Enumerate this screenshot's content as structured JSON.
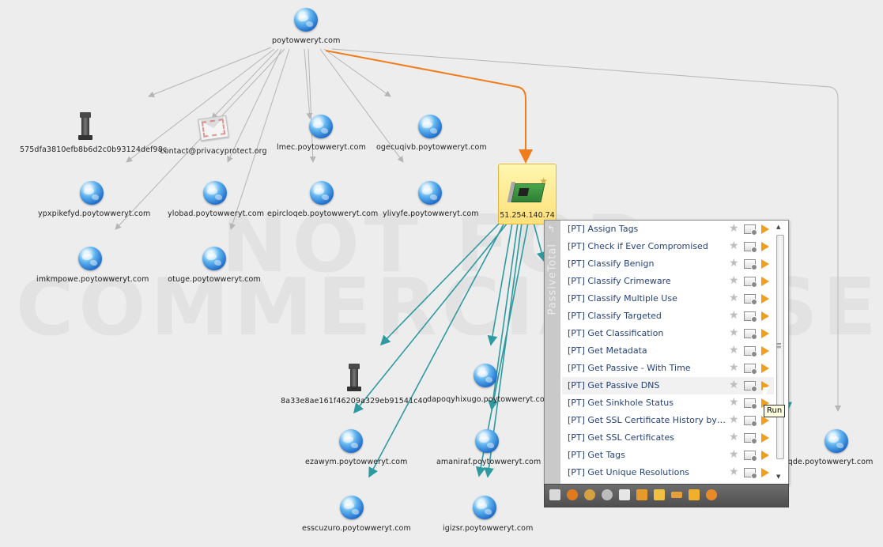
{
  "watermark": {
    "line1": "NOT FOR",
    "line2": "COMMERCIAL USE"
  },
  "nodes": [
    {
      "id": "poytowweryt-com",
      "label": "poytowweryt.com",
      "icon": "globe-icon"
    },
    {
      "id": "hash-1",
      "label": "575dfa3810efb8b6d2c0b93124def98c",
      "icon": "rook-icon"
    },
    {
      "id": "email",
      "label": "contact@privacyprotect.org",
      "icon": "envelope-icon"
    },
    {
      "id": "lmec",
      "label": "lmec.poytowweryt.com",
      "icon": "globe-icon"
    },
    {
      "id": "ogecuqivb",
      "label": "ogecuqivb.poytowweryt.com",
      "icon": "globe-icon"
    },
    {
      "id": "ypxpikefyd",
      "label": "ypxpikefyd.poytowweryt.com",
      "icon": "globe-icon"
    },
    {
      "id": "ylobad",
      "label": "ylobad.poytowweryt.com",
      "icon": "globe-icon"
    },
    {
      "id": "epircloqeb",
      "label": "epircloqeb.poytowweryt.com",
      "icon": "globe-icon"
    },
    {
      "id": "ylivyfe",
      "label": "ylivyfe.poytowweryt.com",
      "icon": "globe-icon"
    },
    {
      "id": "imkmpowe",
      "label": "imkmpowe.poytowweryt.com",
      "icon": "globe-icon"
    },
    {
      "id": "otuge",
      "label": "otuge.poytowweryt.com",
      "icon": "globe-icon"
    },
    {
      "id": "hash-2",
      "label": "8a33e8ae161f46209a329eb91541c40",
      "icon": "rook-icon"
    },
    {
      "id": "dapoqyhixugo",
      "label": "dapoqyhixugo.poytowweryt.com",
      "icon": "globe-icon"
    },
    {
      "id": "ezawym",
      "label": "ezawym.poytowweryt.com",
      "icon": "globe-icon"
    },
    {
      "id": "amaniraf",
      "label": "amaniraf.poytowweryt.com",
      "icon": "globe-icon"
    },
    {
      "id": "esscuzuro",
      "label": "esscuzuro.poytowweryt.com",
      "icon": "globe-icon"
    },
    {
      "id": "igizsr",
      "label": "igizsr.poytowweryt.com",
      "icon": "globe-icon"
    },
    {
      "id": "iqde",
      "label": "iqde.poytowweryt.com",
      "icon": "globe-icon"
    }
  ],
  "selected_node": {
    "label": "51.254.140.74",
    "icon": "network-card-icon"
  },
  "context_menu": {
    "side_title": "PassiveTotal",
    "items": [
      "[PT] Assign Tags",
      "[PT] Check if Ever Compromised",
      "[PT] Classify Benign",
      "[PT] Classify Crimeware",
      "[PT] Classify Multiple Use",
      "[PT] Classify Targeted",
      "[PT] Get Classification",
      "[PT] Get Metadata",
      "[PT] Get Passive - With Time",
      "[PT] Get Passive DNS",
      "[PT] Get Sinkhole Status",
      "[PT] Get SSL Certificate History by IP Address",
      "[PT] Get SSL Certificates",
      "[PT] Get Tags",
      "[PT] Get Unique Resolutions"
    ],
    "highlighted_index": 9,
    "tooltip": "Run"
  },
  "toolbar": {
    "icons": [
      "layout-icon",
      "delete-icon",
      "transform-icon",
      "view-icon",
      "copy-icon",
      "cut-icon",
      "paste-icon",
      "link-icon",
      "run-all-icon",
      "refresh-icon"
    ]
  },
  "colors": {
    "accent_edge": "#f07d1a",
    "teal_edge": "#2f9aa0",
    "grey_edge": "#b5b5b5",
    "run_arrow": "#f29d1b"
  }
}
